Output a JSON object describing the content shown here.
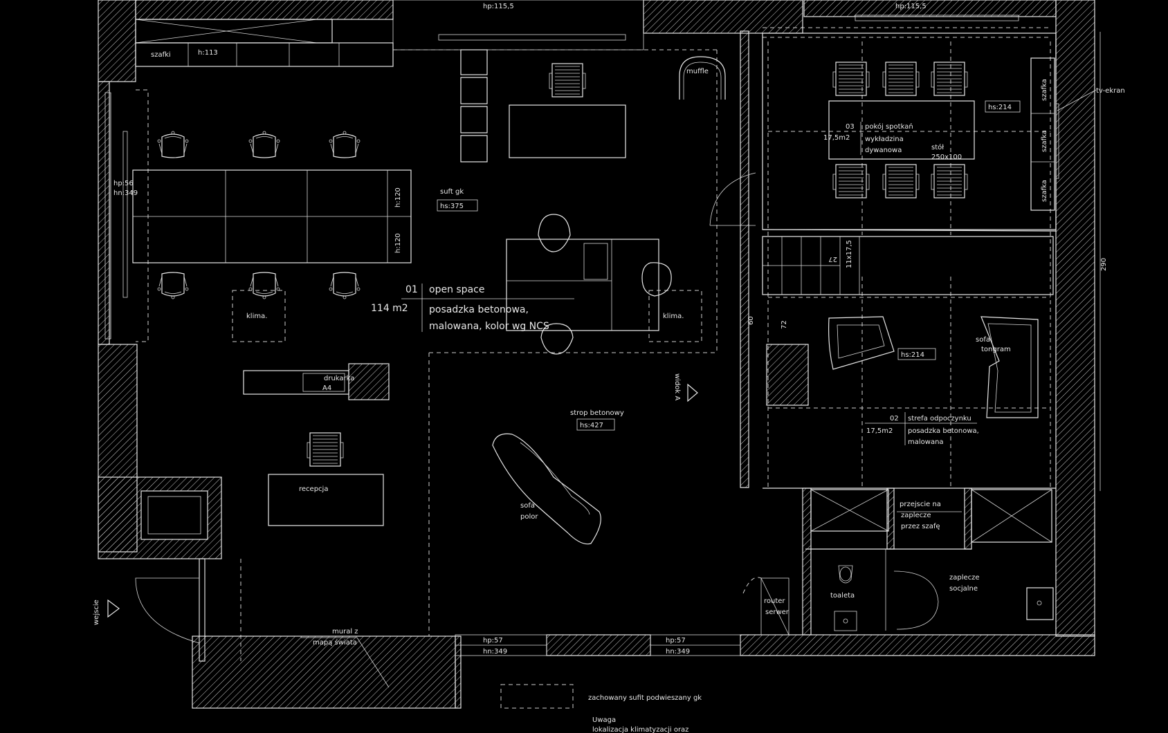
{
  "heights": {
    "hp_top_left": "hp:115,5",
    "hp_top_right": "hp:115,5",
    "hp_left": "hp:56",
    "hn_left": "hn:349",
    "hp_bottom_1": "hp:57",
    "hn_bottom_1": "hn:349",
    "hp_bottom_2": "hp:57",
    "hn_bottom_2": "hn:349",
    "h113": "h:113",
    "h120_a": "h:120",
    "h120_b": "h:120",
    "hs375": "hs:375",
    "hs427": "hs:427",
    "hs214_a": "hs:214",
    "hs214_b": "hs:214",
    "dim_60": "60",
    "dim_72": "72",
    "dim_290": "290",
    "stair_1": "27",
    "stair_2": "11x17,5"
  },
  "labels": {
    "szafki": "szafki",
    "suft_gk": "suft gk",
    "muffle": "muffle",
    "klima_1": "klima.",
    "klima_2": "klima.",
    "drukarka": "drukarka",
    "a4": "A4",
    "recepcja": "recepcja",
    "strop_betonowy": "strop betonowy",
    "sofa_polor_1": "sofa",
    "sofa_polor_2": "polor",
    "widok_a": "widok A",
    "wejscie": "wejscie",
    "mural_1": "mural z",
    "mural_2": "mapą świata",
    "szafka_1": "szafka",
    "szafka_2": "szafka",
    "szafka_3": "szafka",
    "tv_ekran": "tv-ekran",
    "stol_1": "stół",
    "stol_2": "250x100",
    "sofa_tongram_1": "sofa",
    "sofa_tongram_2": "tongram",
    "przejscie_1": "przejscie na",
    "przejscie_2": "zaplecze",
    "przejscie_3": "przez szafę",
    "toaleta": "toaleta",
    "zaplecze_1": "zaplecze",
    "zaplecze_2": "socjalne",
    "router_1": "router",
    "router_2": "serwer"
  },
  "rooms": {
    "open_space": {
      "number": "01",
      "name": "open space",
      "area": "114 m2",
      "floor_1": "posadzka betonowa,",
      "floor_2": "malowana, kolor wg NCS"
    },
    "meeting": {
      "number": "03",
      "name": "pokój spotkań",
      "area": "17,5m2",
      "floor_1": "wykładzina",
      "floor_2": "dywanowa"
    },
    "relax": {
      "number": "02",
      "name": "strefa odpoczynku",
      "area": "17,5m2",
      "floor_1": "posadzka betonowa,",
      "floor_2": "malowana"
    }
  },
  "legend": {
    "ceiling": "zachowany sufit podwieszany gk",
    "note_title": "Uwaga",
    "note_text": "lokalizacja klimatyzacji oraz"
  },
  "colors": {
    "background": "#000000",
    "line": "#e8e8e8"
  }
}
